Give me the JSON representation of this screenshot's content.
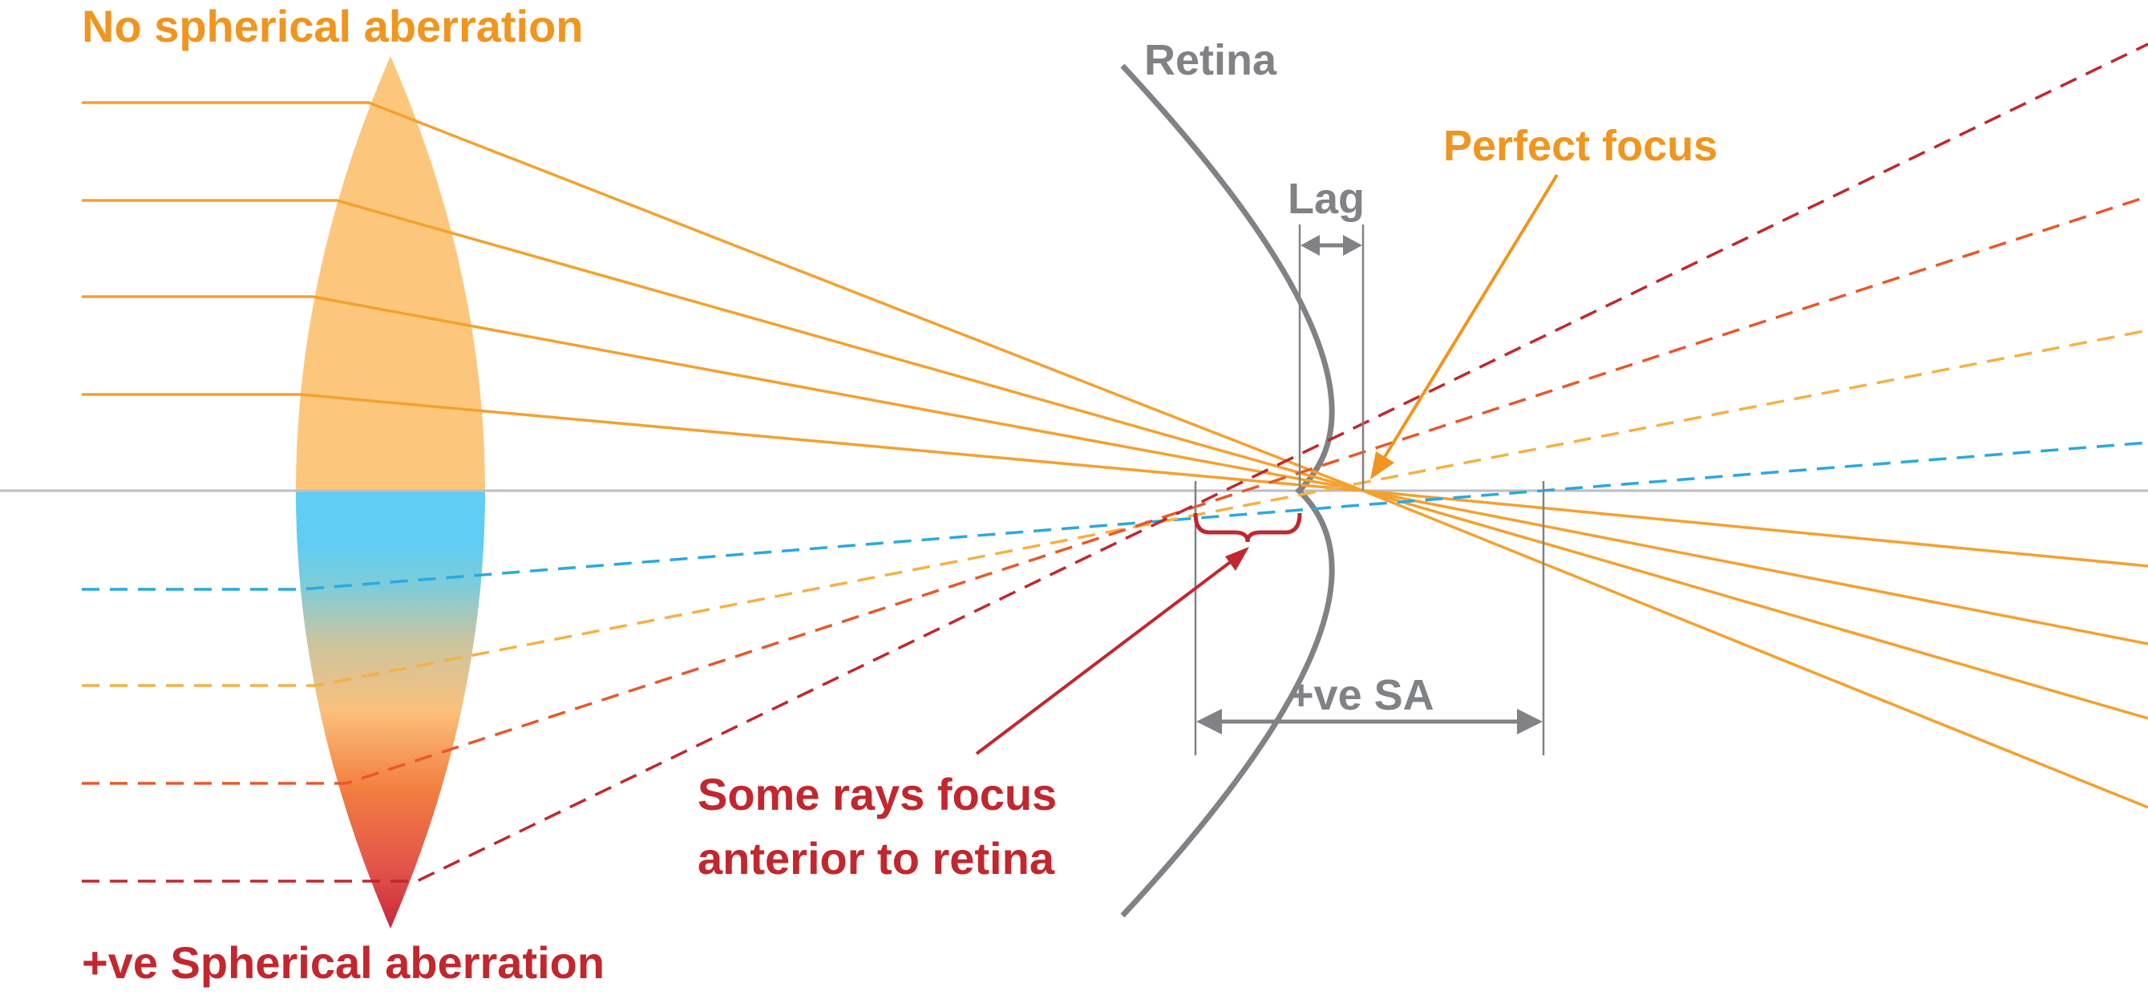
{
  "labels": {
    "title_top": "No spherical aberration",
    "title_bottom": "+ve Spherical aberration",
    "retina": "Retina",
    "lag": "Lag",
    "perfect_focus": "Perfect focus",
    "sa": "+ve SA",
    "anterior_line1": "Some rays focus",
    "anterior_line2": "anterior to retina"
  },
  "colors": {
    "orange_ray": "#F4A12F",
    "orange_text": "#F0951E",
    "crimson": "#C1272D",
    "red_orange": "#E8582A",
    "light_orange": "#F6B045",
    "cyan": "#29A9E0",
    "gray": "#808285",
    "axis": "#BCBEC0",
    "lens_top": "#FCC77C",
    "lens_blue": "#5FCDF4"
  }
}
